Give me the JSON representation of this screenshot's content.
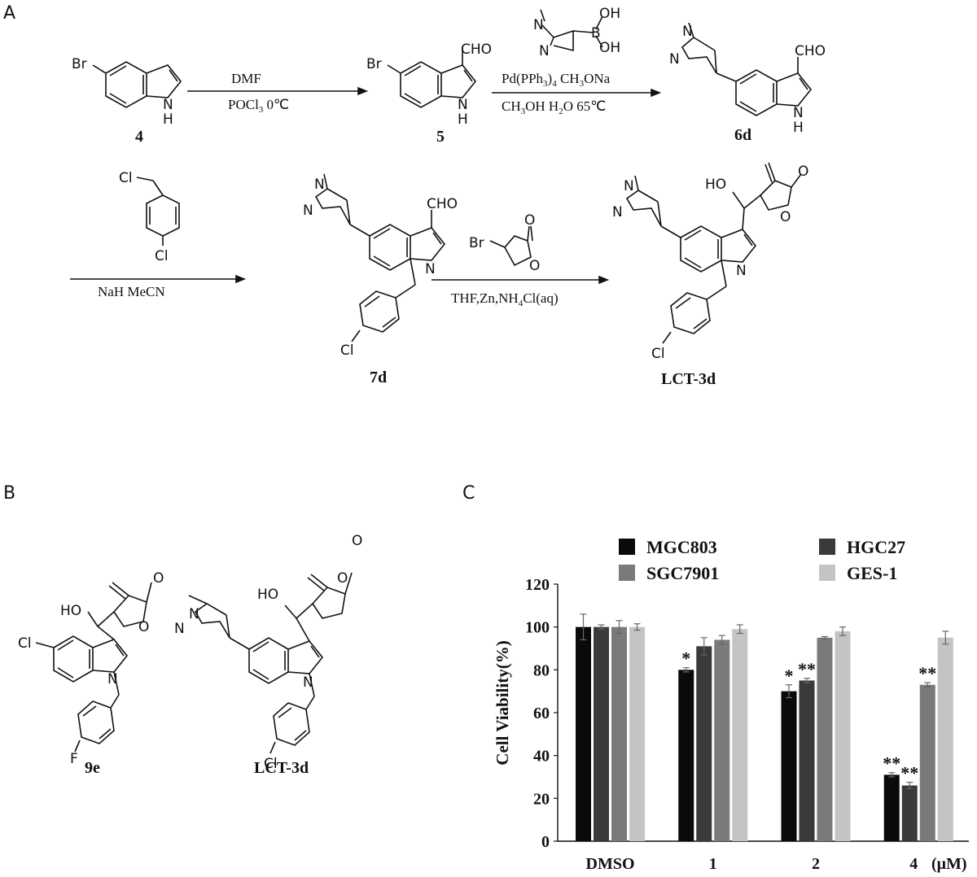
{
  "panels": {
    "a": "A",
    "b": "B",
    "c": "C"
  },
  "scheme": {
    "compounds": {
      "c4": "4",
      "c5": "5",
      "c6d": "6d",
      "c7d": "7d",
      "lct3d": "LCT-3d"
    },
    "atoms": {
      "br": "Br",
      "nh": "H",
      "n": "N",
      "cho": "CHO",
      "b": "B",
      "oh": "OH",
      "cl": "Cl",
      "ho": "HO",
      "o": "O",
      "f": "F"
    },
    "step1": {
      "top": "DMF",
      "bottom": "POCl",
      "bottom_sub": "3",
      "bottom_tail": " 0℃"
    },
    "step2": {
      "top": "Pd(PPh",
      "top_sub": "3",
      "top_tail": ")",
      "top_sub2": "4",
      "top_tail2": "   CH",
      "top_sub3": "3",
      "top_tail3": "ONa",
      "bottom": "CH",
      "bottom_sub": "3",
      "bottom_tail": "OH    H",
      "bottom_sub2": "2",
      "bottom_tail2": "O   65℃"
    },
    "step3": {
      "bottom": "NaH    MeCN"
    },
    "step4": {
      "bottom": "THF,Zn,NH",
      "bottom_sub": "4",
      "bottom_tail": "Cl(aq)"
    }
  },
  "panel_b": {
    "left_label": "9e",
    "right_label": "LCT-3d"
  },
  "chart_data": {
    "type": "bar",
    "ylabel": "Cell Viability(%)",
    "xunit": "(μM)",
    "categories": [
      "DMSO",
      "1",
      "2",
      "4"
    ],
    "ylim": [
      0,
      120
    ],
    "yticks": [
      0,
      20,
      40,
      60,
      80,
      100,
      120
    ],
    "grid": false,
    "legend_placement": "top",
    "series": [
      {
        "name": "MGC803",
        "color": "#0a0a0a",
        "values": [
          100,
          80,
          70,
          31
        ],
        "errors": [
          6,
          1,
          3,
          1
        ],
        "annotations": [
          "",
          "*",
          "*",
          "**"
        ]
      },
      {
        "name": "HGC27",
        "color": "#3a3a3a",
        "values": [
          100,
          91,
          75,
          26
        ],
        "errors": [
          1,
          4,
          1,
          1.5
        ],
        "annotations": [
          "",
          "",
          "**",
          "**"
        ]
      },
      {
        "name": "SGC7901",
        "color": "#7a7a7a",
        "values": [
          100,
          94,
          95,
          73
        ],
        "errors": [
          3,
          2,
          0.5,
          1
        ],
        "annotations": [
          "",
          "",
          "",
          "**"
        ]
      },
      {
        "name": "GES-1",
        "color": "#c4c4c4",
        "values": [
          100,
          99,
          98,
          95
        ],
        "errors": [
          1.5,
          2,
          2,
          3
        ],
        "annotations": [
          "",
          "",
          "",
          ""
        ]
      }
    ]
  }
}
